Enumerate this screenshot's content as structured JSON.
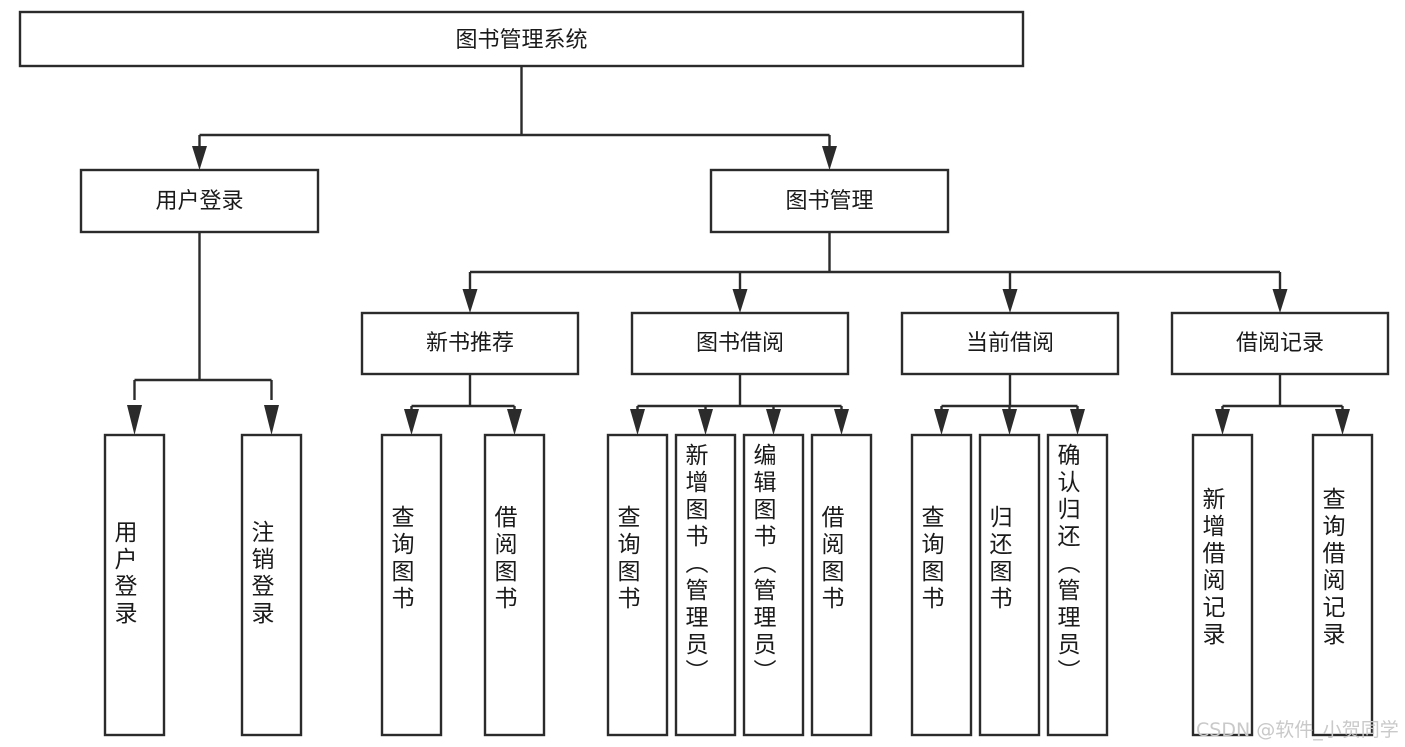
{
  "diagram": {
    "title": "图书管理系统",
    "type": "functional-decomposition-tree",
    "root": {
      "id": "root",
      "label": "图书管理系统"
    },
    "level2": [
      {
        "id": "user-login",
        "label": "用户登录"
      },
      {
        "id": "book-manage",
        "label": "图书管理"
      }
    ],
    "level3": [
      {
        "id": "new-book-rec",
        "label": "新书推荐",
        "parent": "book-manage"
      },
      {
        "id": "book-borrow",
        "label": "图书借阅",
        "parent": "book-manage"
      },
      {
        "id": "current-borrow",
        "label": "当前借阅",
        "parent": "book-manage"
      },
      {
        "id": "borrow-record",
        "label": "借阅记录",
        "parent": "book-manage"
      }
    ],
    "leaves": [
      {
        "id": "leaf-user-login",
        "label": "用户登录",
        "parent": "user-login"
      },
      {
        "id": "leaf-user-logout",
        "label": "注销登录",
        "parent": "user-login"
      },
      {
        "id": "leaf-query-book-1",
        "label": "查询图书",
        "parent": "new-book-rec"
      },
      {
        "id": "leaf-borrow-book-1",
        "label": "借阅图书",
        "parent": "new-book-rec"
      },
      {
        "id": "leaf-query-book-2",
        "label": "查询图书",
        "parent": "book-borrow"
      },
      {
        "id": "leaf-add-book",
        "label": "新增图书（管理员）",
        "parent": "book-borrow"
      },
      {
        "id": "leaf-edit-book",
        "label": "编辑图书（管理员）",
        "parent": "book-borrow"
      },
      {
        "id": "leaf-borrow-book-2",
        "label": "借阅图书",
        "parent": "book-borrow"
      },
      {
        "id": "leaf-query-book-3",
        "label": "查询图书",
        "parent": "current-borrow"
      },
      {
        "id": "leaf-return-book",
        "label": "归还图书",
        "parent": "current-borrow"
      },
      {
        "id": "leaf-confirm-return",
        "label": "确认归还（管理员）",
        "parent": "current-borrow"
      },
      {
        "id": "leaf-add-record",
        "label": "新增借阅记录",
        "parent": "borrow-record"
      },
      {
        "id": "leaf-query-record",
        "label": "查询借阅记录",
        "parent": "borrow-record"
      }
    ],
    "watermark": "CSDN @软件_小贺同学",
    "colors": {
      "stroke": "#2b2b2b",
      "fill": "#ffffff",
      "text": "#1a1a1a",
      "watermark": "#c9c9c9",
      "background": "#ffffff"
    }
  }
}
